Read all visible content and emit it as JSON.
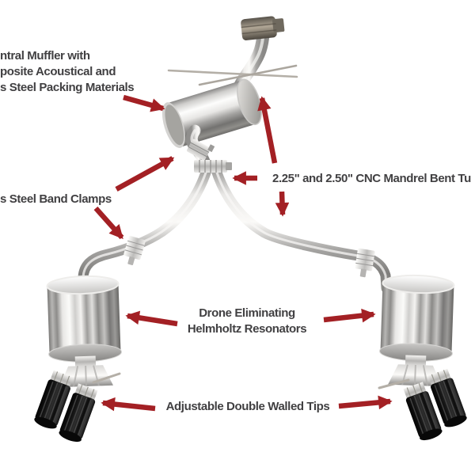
{
  "colors": {
    "background": "#ffffff",
    "text": "#414042",
    "arrow": "#a32024"
  },
  "labels": {
    "muffler": {
      "lines": [
        "ntral Muffler with",
        "posite Acoustical and",
        "s Steel Packing Materials"
      ]
    },
    "band_clamps": {
      "lines": [
        "s Steel Band Clamps"
      ]
    },
    "tubing": {
      "lines": [
        "2.25\" and 2.50\" CNC Mandrel Bent Tu"
      ]
    },
    "resonators": {
      "lines": [
        "Drone Eliminating",
        "Helmholtz Resonators"
      ]
    },
    "tips": {
      "lines": [
        "Adjustable Double Walled Tips"
      ]
    }
  }
}
